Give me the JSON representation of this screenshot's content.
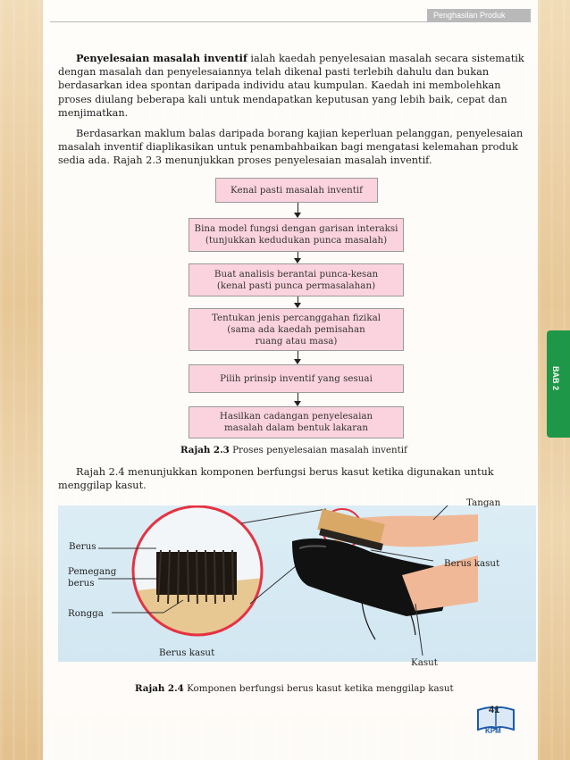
{
  "header": {
    "section": "Penghasilan Produk"
  },
  "paragraphs": {
    "p1_bold": "Penyelesaian masalah inventif",
    "p1_rest": " ialah kaedah penyelesaian masalah secara sistematik dengan masalah dan penyelesaiannya telah dikenal pasti terlebih dahulu dan bukan berdasarkan idea spontan daripada individu atau kumpulan. Kaedah ini membolehkan proses diulang beberapa kali untuk mendapatkan keputusan yang lebih baik, cepat dan menjimatkan.",
    "p2": "Berdasarkan maklum balas daripada borang kajian keperluan pelanggan, penyelesaian masalah inventif diaplikasikan untuk penambahbaikan bagi mengatasi kelemahan produk sedia ada. Rajah 2.3 menunjukkan proses penyelesaian masalah inventif.",
    "p3": "Rajah 2.4 menunjukkan komponen berfungsi berus kasut ketika digunakan untuk menggilap kasut."
  },
  "flowchart": {
    "steps": [
      {
        "line1": "Kenal pasti masalah inventif",
        "line2": "",
        "line3": ""
      },
      {
        "line1": "Bina model fungsi dengan garisan interaksi",
        "line2": "(tunjukkan kedudukan punca masalah)",
        "line3": ""
      },
      {
        "line1": "Buat analisis berantai punca-kesan",
        "line2": "(kenal pasti punca permasalahan)",
        "line3": ""
      },
      {
        "line1": "Tentukan jenis percanggahan fizikal",
        "line2": "(sama ada kaedah pemisahan",
        "line3": "ruang atau masa)"
      },
      {
        "line1": "Pilih prinsip inventif yang sesuai",
        "line2": "",
        "line3": ""
      },
      {
        "line1": "Hasilkan cadangan penyelesaian",
        "line2": "masalah dalam bentuk lakaran",
        "line3": ""
      }
    ],
    "caption_num": "Rajah 2.3",
    "caption_text": " Proses penyelesaian masalah inventif"
  },
  "figure": {
    "labels": {
      "tangan": "Tangan",
      "berus": "Berus",
      "pemegang1": "Pemegang",
      "pemegang2": "berus",
      "rongga": "Rongga",
      "berus_kasut_left": "Berus kasut",
      "berus_kasut_right": "Berus kasut",
      "kasut": "Kasut"
    },
    "caption_num": "Rajah 2.4",
    "caption_text": " Komponen berfungsi berus kasut ketika menggilap kasut"
  },
  "side_tab": "BAB 2",
  "page": {
    "number": "41",
    "publisher": "KPM"
  },
  "colors": {
    "box_fill": "#fbd3de",
    "tab_green": "#1f9748",
    "ring_red": "#e53242"
  }
}
